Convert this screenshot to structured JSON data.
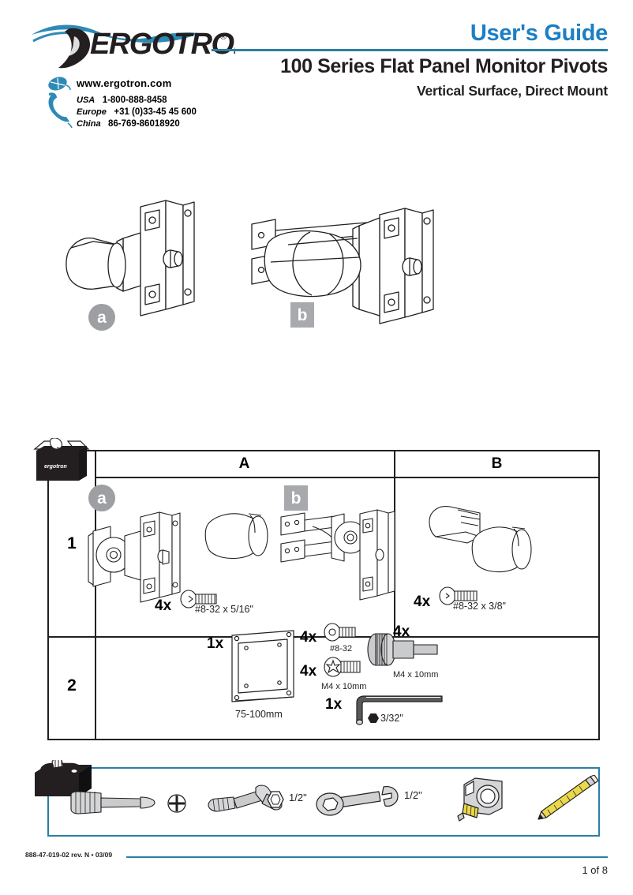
{
  "header": {
    "brand": "ERGOTRON",
    "brand_mark": "®",
    "website": "www.ergotron.com",
    "contacts": [
      {
        "region": "USA",
        "number": "1-800-888-8458"
      },
      {
        "region": "Europe",
        "number": "+31 (0)33-45 45 600"
      },
      {
        "region": "China",
        "number": "86-769-86018920"
      }
    ],
    "doc_type": "User's Guide",
    "title": "100 Series Flat Panel Monitor Pivots",
    "subtitle": "Vertical Surface, Direct Mount",
    "accent_color": "#1b7fc4",
    "rule_color": "#2a7fa5"
  },
  "hero": {
    "variants": [
      {
        "badge": "a",
        "shape": "circle",
        "name": "single-pivot-assembly"
      },
      {
        "badge": "b",
        "shape": "square",
        "name": "dual-pivot-assembly"
      }
    ],
    "badge_color": "#9d9fa2"
  },
  "parts_table": {
    "columns": [
      "A",
      "B"
    ],
    "rows": [
      {
        "number": "1",
        "cells": [
          {
            "badge": "a",
            "badge_shape": "circle",
            "items": [
              {
                "qty": "4x",
                "label": "#8-32 x 5/16\"",
                "icon": "pan-head-screw-icon"
              }
            ]
          },
          {
            "badge": "b",
            "badge_shape": "square",
            "items": [
              {
                "qty": "4x",
                "label": "#8-32 x 3/8\"",
                "icon": "flat-head-screw-icon"
              }
            ]
          }
        ]
      },
      {
        "number": "2",
        "cells": [
          {
            "badge": "",
            "badge_shape": "none",
            "items": [
              {
                "qty": "1x",
                "label": "75-100mm",
                "icon": "vesa-plate-icon"
              },
              {
                "qty": "4x",
                "label": "#8-32",
                "icon": "socket-head-screw-icon"
              },
              {
                "qty": "4x",
                "label": "M4 x 10mm",
                "icon": "phillips-screw-icon"
              },
              {
                "qty": "4x",
                "label": "M4 x 10mm",
                "icon": "thumbscrew-icon"
              },
              {
                "qty": "1x",
                "label": "3/32\"",
                "icon": "hex-key-icon"
              }
            ]
          }
        ]
      }
    ],
    "box_icon": "open-shipping-box-icon"
  },
  "tools": {
    "box_icon": "toolbox-icon",
    "border_color": "#2a7fa5",
    "items": [
      {
        "icon": "phillips-screwdriver-icon",
        "label": ""
      },
      {
        "icon": "phillips-bit-icon",
        "label": ""
      },
      {
        "icon": "nut-driver-icon",
        "label": "1/2\""
      },
      {
        "icon": "socket-icon",
        "label": ""
      },
      {
        "icon": "combination-wrench-icon",
        "label": "1/2\""
      },
      {
        "icon": "tape-measure-icon",
        "label": ""
      },
      {
        "icon": "pencil-icon",
        "label": ""
      }
    ]
  },
  "footer": {
    "doc_code": "888-47-019-02 rev. N • 03/09",
    "page": "1 of 8"
  }
}
